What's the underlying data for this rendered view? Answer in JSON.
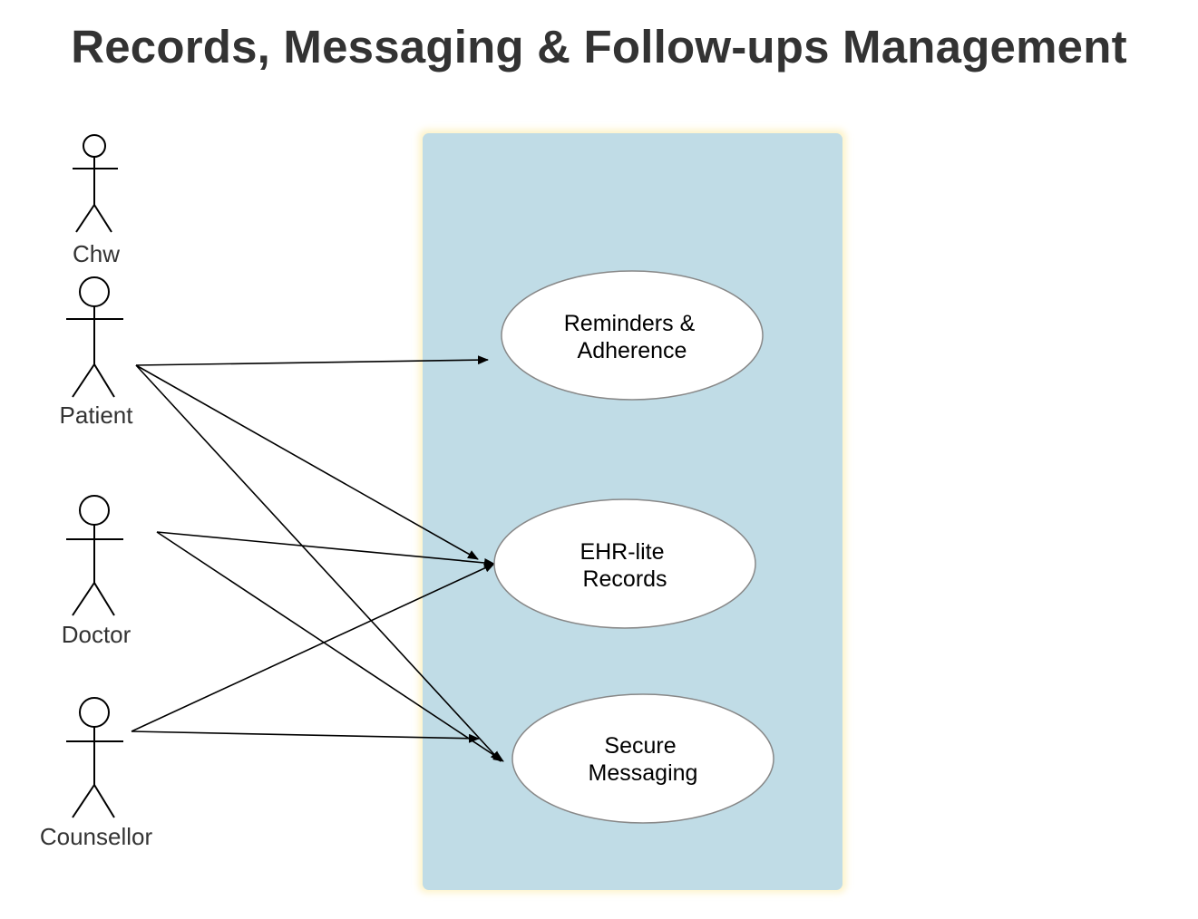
{
  "title": "Records, Messaging & Follow-ups Management",
  "colors": {
    "system_fill": "#c0dce6",
    "system_glow": "#fdf3c8",
    "line": "#000000",
    "ellipse_stroke": "#888888",
    "ellipse_fill": "#ffffff",
    "title_text": "#333333"
  },
  "actors": [
    {
      "id": "chw",
      "label": "Chw"
    },
    {
      "id": "patient",
      "label": "Patient"
    },
    {
      "id": "doctor",
      "label": "Doctor"
    },
    {
      "id": "counsellor",
      "label": "Counsellor"
    }
  ],
  "use_cases": [
    {
      "id": "reminders",
      "lines": [
        "Reminders &",
        "Adherence"
      ]
    },
    {
      "id": "ehr",
      "lines": [
        "EHR-lite",
        "Records"
      ]
    },
    {
      "id": "messaging",
      "lines": [
        "Secure",
        "Messaging"
      ]
    }
  ],
  "associations": [
    {
      "from": "patient",
      "to": "reminders"
    },
    {
      "from": "patient",
      "to": "ehr"
    },
    {
      "from": "patient",
      "to": "messaging"
    },
    {
      "from": "doctor",
      "to": "ehr"
    },
    {
      "from": "doctor",
      "to": "messaging"
    },
    {
      "from": "counsellor",
      "to": "ehr"
    },
    {
      "from": "counsellor",
      "to": "messaging"
    }
  ]
}
